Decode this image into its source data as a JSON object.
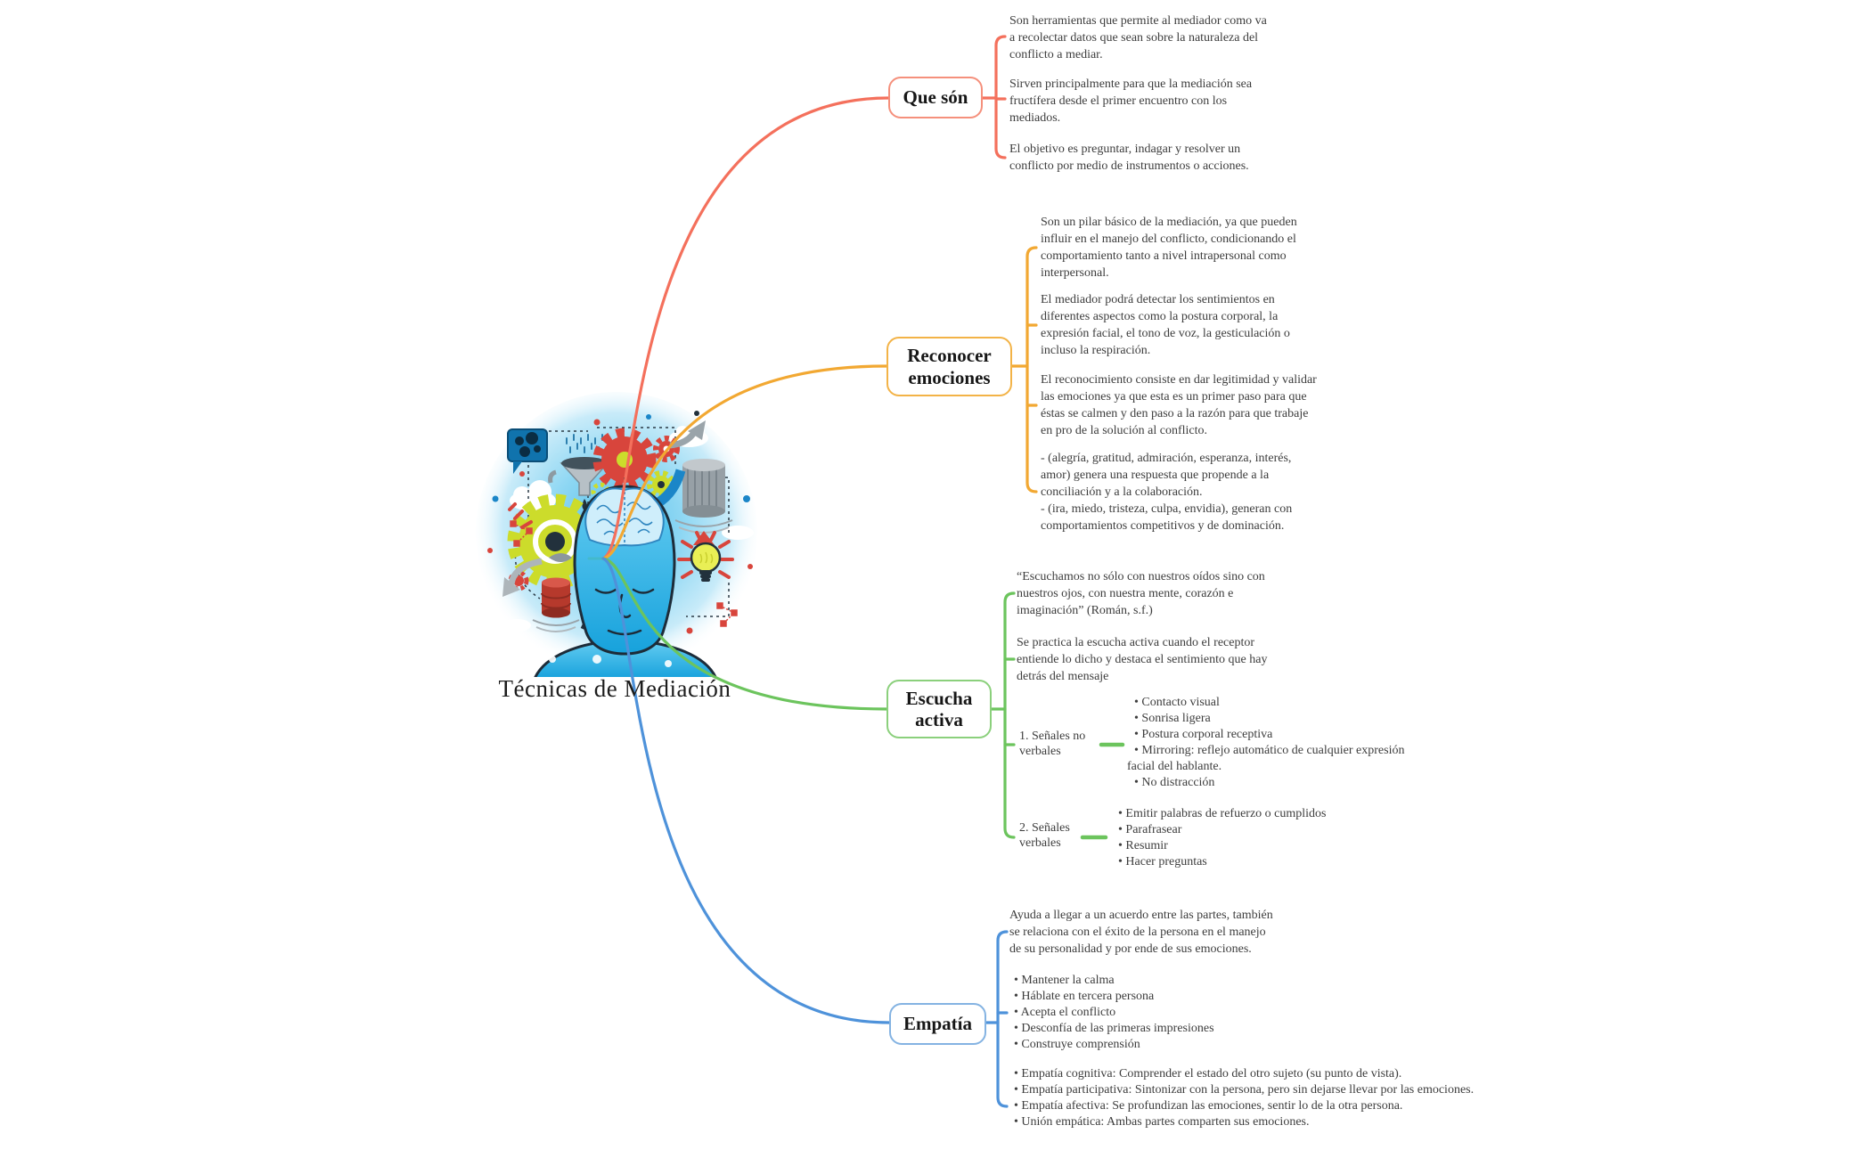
{
  "title": "Técnicas de Mediación",
  "colors": {
    "branch_que_son": "#f4705c",
    "branch_reconocer": "#f2a832",
    "branch_escucha": "#6cc45d",
    "branch_empatia": "#4e92da",
    "root_stub": "#43b9cc",
    "text": "#3d3d3d"
  },
  "branches": {
    "que_son": {
      "label": "Que són",
      "notes": [
        "Son herramientas que permite al mediador como va a recolectar datos que sean sobre la naturaleza del conflicto a mediar.",
        "Sirven principalmente para que la mediación sea fructífera desde el primer encuentro con los mediados.",
        "El objetivo es preguntar, indagar y resolver un conflicto por medio de instrumentos o acciones."
      ]
    },
    "reconocer": {
      "label": "Reconocer emociones",
      "notes": [
        "Son un pilar básico de la mediación, ya que pueden influir en el manejo del conflicto, condicionando el comportamiento tanto a nivel intrapersonal como interpersonal.",
        "El mediador podrá detectar los sentimientos en diferentes aspectos como la postura corporal, la expresión facial, el tono de voz, la gesticulación o incluso la respiración.",
        "El reconocimiento consiste en dar legitimidad y validar las emociones ya que esta es un primer paso para que éstas se calmen y den paso a la razón para que trabaje en pro de la solución al conflicto.",
        "- (alegría, gratitud, admiración, esperanza, interés, amor) genera una respuesta que propende a la conciliación y a la colaboración.",
        "- (ira, miedo, tristeza, culpa, envidia), generan con comportamientos competitivos y de dominación."
      ]
    },
    "escucha": {
      "label": "Escucha activa",
      "notes": [
        "“Escuchamos no sólo con nuestros oídos sino con nuestros ojos, con nuestra mente, corazón e imaginación” (Román, s.f.)",
        "Se practica la escucha activa cuando el receptor entiende lo dicho y destaca el sentimiento que hay detrás del mensaje"
      ],
      "subnodes": [
        {
          "label": "1. Señales no verbales",
          "bullets": [
            "Contacto visual",
            "Sonrisa ligera",
            "Postura corporal receptiva",
            "Mirroring: reflejo automático de cualquier expresión facial del hablante.",
            "No distracción"
          ]
        },
        {
          "label": "2. Señales verbales",
          "bullets": [
            "Emitir palabras de refuerzo o cumplidos",
            "Parafrasear",
            "Resumir",
            "Hacer preguntas"
          ]
        }
      ]
    },
    "empatia": {
      "label": "Empatía",
      "notes": [
        "Ayuda a llegar a un acuerdo entre las partes, también se relaciona con el éxito de la persona en el manejo de su personalidad y por ende de sus emociones."
      ],
      "calm_bullets": [
        "Mantener la calma",
        "Háblate en tercera persona",
        "Acepta el conflicto",
        "Desconfía de las primeras impresiones",
        "Construye comprensión"
      ],
      "types_bullets": [
        "Empatía cognitiva: Comprender el estado del otro sujeto (su punto de vista).",
        "Empatía participativa: Sintonizar con la persona, pero sin dejarse llevar por las emociones.",
        "Empatía afectiva: Se profundizan las emociones, sentir lo de la otra persona.",
        "Unión empática: Ambas partes comparten sus emociones."
      ]
    }
  }
}
